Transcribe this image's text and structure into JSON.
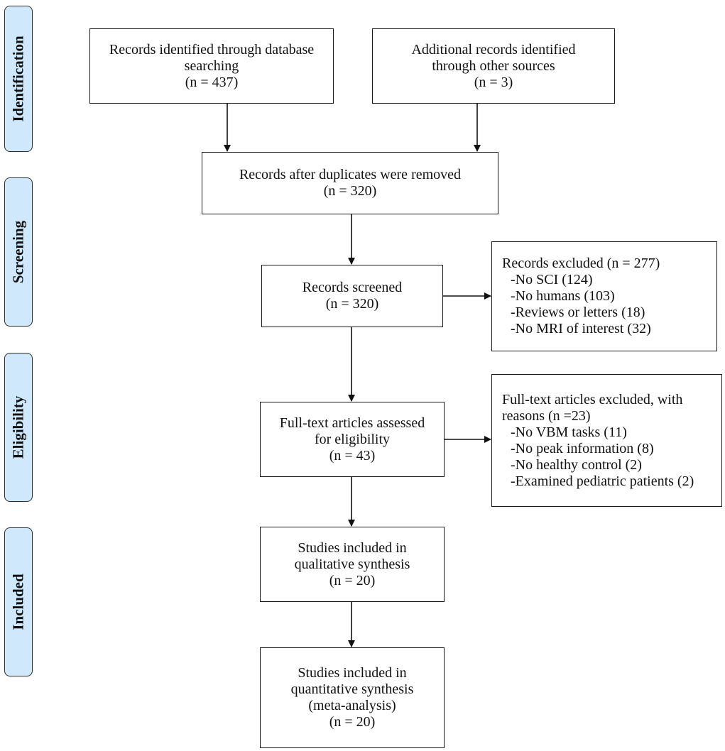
{
  "phases": {
    "identification": "Identification",
    "screening": "Screening",
    "eligibility": "Eligibility",
    "included": "Included"
  },
  "boxes": {
    "database": {
      "line1": "Records identified through database",
      "line2": "searching",
      "count": "(n = 437)"
    },
    "other": {
      "line1": "Additional records identified",
      "line2": "through other sources",
      "count": "(n = 3)"
    },
    "dedup": {
      "line1": "Records after duplicates were removed",
      "count": "(n = 320)"
    },
    "screened": {
      "line1": "Records screened",
      "count": "(n = 320)"
    },
    "excluded": {
      "title": "Records excluded (n = 277)",
      "items": [
        "-No SCI (124)",
        "-No humans (103)",
        "-Reviews or letters (18)",
        "-No MRI of interest (32)"
      ]
    },
    "fulltext": {
      "line1": "Full-text articles assessed",
      "line2": "for eligibility",
      "count": "(n = 43)"
    },
    "fulltext_excluded": {
      "title1": "Full-text articles excluded, with",
      "title2": "reasons (n =23)",
      "items": [
        "-No VBM tasks (11)",
        "-No peak information (8)",
        "-No healthy control (2)",
        "-Examined pediatric patients (2)"
      ]
    },
    "qualitative": {
      "line1": "Studies included in",
      "line2": "qualitative synthesis",
      "count": "(n = 20)"
    },
    "quantitative": {
      "line1": "Studies included in",
      "line2": "quantitative synthesis",
      "line3": "(meta-analysis)",
      "count": "(n = 20)"
    }
  },
  "colors": {
    "phase_fill": "#cfe8fb",
    "border": "#1a1a1a"
  }
}
